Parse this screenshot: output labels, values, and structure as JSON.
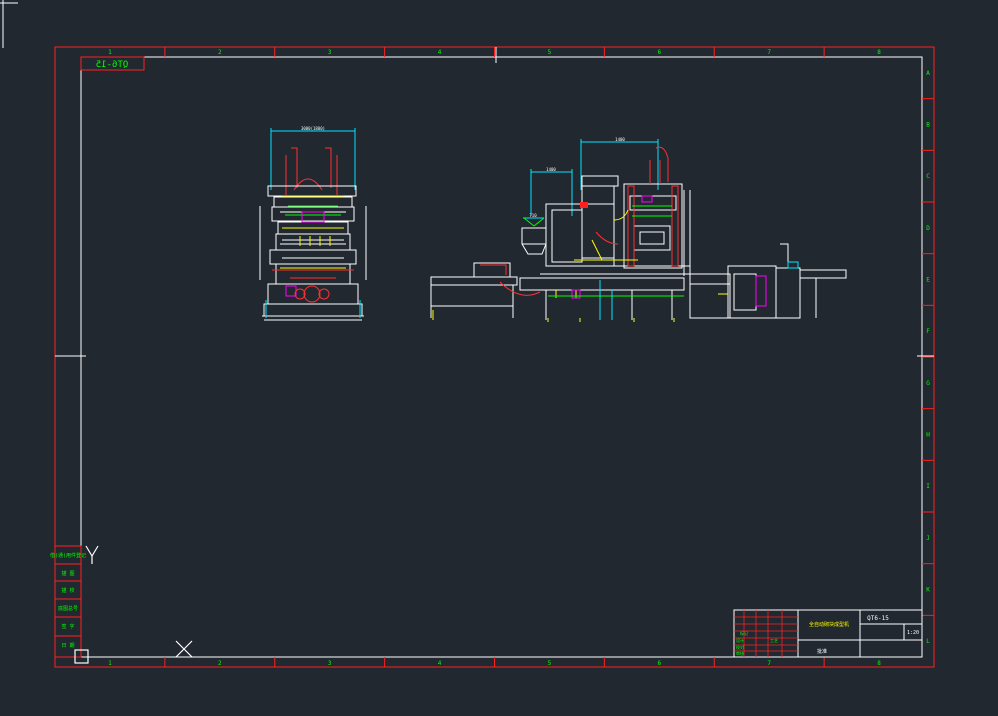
{
  "colors": {
    "background": "#212830",
    "frame": "#ff2020",
    "outline": "#ffffff",
    "label": "#00ff00",
    "accent_yellow": "#ffff00",
    "accent_magenta": "#ff00ff",
    "accent_cyan": "#00e5ff"
  },
  "drawing": {
    "code_tag": "QT6-15",
    "col_numbers": [
      "1",
      "2",
      "3",
      "4",
      "5",
      "6",
      "7",
      "8"
    ],
    "row_letters": [
      "A",
      "B",
      "C",
      "D",
      "E",
      "F",
      "G",
      "H",
      "I",
      "J",
      "K",
      "L"
    ]
  },
  "left_block": {
    "labels": [
      "借(通)用件登记",
      "描 图",
      "描 校",
      "底图总号",
      "签 字",
      "日 期"
    ]
  },
  "ucs_icon": {
    "y_label": "Y"
  },
  "title_block": {
    "drawing_no": "QT6-15",
    "title": "全自动砌块成型机",
    "scale": "1:20",
    "left_labels": [
      "标记",
      "设计",
      "校对",
      "审核",
      "工艺"
    ],
    "sign_label": "批准"
  },
  "views": {
    "front_dimension": "3000(1800)",
    "side_dimension_top": "1400",
    "side_dimension_mid": "1400",
    "side_small_dim": "710"
  }
}
